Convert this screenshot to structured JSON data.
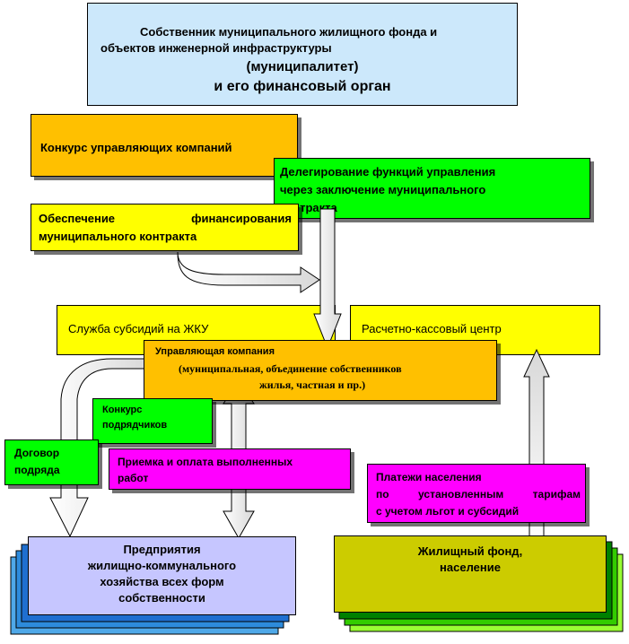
{
  "colors": {
    "light_blue": "#cce8fb",
    "orange": "#ffc000",
    "green": "#00ff00",
    "yellow": "#ffff00",
    "magenta": "#ff00ff",
    "lavender": "#c6c6ff",
    "olive": "#cccc00"
  },
  "owner": {
    "line1": "Собственник муниципального жилищного фонда и",
    "line2": "объектов инженерной инфраструктуры",
    "line3": "(муниципалитет)",
    "line4": "и его финансовый орган"
  },
  "tender": {
    "label": "Конкурс управляющих компаний"
  },
  "delegation": {
    "line1": "Делегирование функций управления",
    "line2": "через заключение муниципального",
    "line3": "контракта"
  },
  "financing": {
    "line1": "Обеспечение финансирования",
    "line2": "муниципального контракта"
  },
  "subsidy": {
    "label": "Служба субсидий на ЖКУ"
  },
  "cash_center": {
    "label": "Расчетно-кассовый центр"
  },
  "management_company": {
    "line1": "Управляющая компания",
    "line2": "(муниципальная, объединение собственников",
    "line3": "жилья, частная и пр.)"
  },
  "contractor_tender": {
    "line1": "Конкурс",
    "line2": "подрядчиков"
  },
  "contract": {
    "line1": "Договор",
    "line2": "подряда"
  },
  "acceptance": {
    "line1": "Приемка и оплата выполненных",
    "line2": "работ"
  },
  "payments": {
    "line1": "Платежи населения",
    "line2": "по установленным тарифам",
    "line3": "с учетом льгот и субсидий"
  },
  "enterprises": {
    "line1": "Предприятия",
    "line2": "жилищно-коммунального",
    "line3": "хозяйства всех форм",
    "line4": "собственности"
  },
  "housing": {
    "line1": "Жилищный фонд,",
    "line2": "население"
  }
}
